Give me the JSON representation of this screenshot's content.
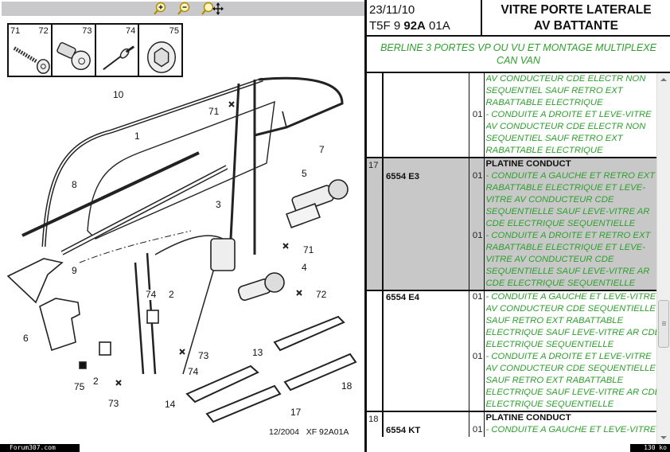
{
  "toolbar": {
    "zoom_in_icon": "zoom-in-icon",
    "zoom_out_icon": "zoom-out-icon",
    "zoom_pan_icon": "zoom-pan-icon"
  },
  "fasteners": [
    {
      "numbers": [
        "71",
        "72"
      ],
      "kind": "screw"
    },
    {
      "numbers": [
        "73"
      ],
      "kind": "bolt"
    },
    {
      "numbers": [
        "74"
      ],
      "kind": "rivet"
    },
    {
      "numbers": [
        "75"
      ],
      "kind": "nut"
    }
  ],
  "diagram": {
    "callouts": [
      "10",
      "1",
      "71",
      "7",
      "8",
      "5",
      "3",
      "9",
      "71",
      "6",
      "74",
      "2",
      "4",
      "72",
      "73",
      "13",
      "75",
      "2",
      "74",
      "18",
      "73",
      "14",
      "17"
    ],
    "reference": "12/2004   XF 92A01A"
  },
  "header": {
    "date": "23/11/10",
    "code_prefix": "T5F 9 ",
    "code_bold": "92A",
    "code_suffix": " 01A",
    "title_line1": "VITRE PORTE LATERALE",
    "title_line2": "AV BATTANTE"
  },
  "variant": {
    "line1": "BERLINE 3 PORTES VP OU VU ET MONTAGE MULTIPLEXE",
    "line2": "CAN VAN"
  },
  "rows": [
    {
      "ref": "",
      "code": "",
      "selected": false,
      "entries": [
        {
          "qty": "",
          "lines": [
            "AV CONDUCTEUR CDE ELECTR NON",
            "SEQUENTIEL SAUF RETRO EXT",
            "RABATTABLE ELECTRIQUE"
          ]
        },
        {
          "qty": "01",
          "lines": [
            "- CONDUITE A DROITE ET LEVE-VITRE",
            "AV CONDUCTEUR CDE ELECTR NON",
            "SEQUENTIEL SAUF RETRO EXT",
            "RABATTABLE ELECTRIQUE"
          ]
        }
      ]
    },
    {
      "ref": "17",
      "code": "6554 E3",
      "title": "PLATINE CONDUCT",
      "selected": true,
      "entries": [
        {
          "qty": "01",
          "lines": [
            "- CONDUITE A GAUCHE ET RETRO EXT",
            "RABATTABLE ELECTRIQUE ET LEVE-",
            "VITRE AV CONDUCTEUR CDE",
            "SEQUENTIELLE SAUF LEVE-VITRE AR",
            "CDE ELECTRIQUE SEQUENTIELLE"
          ]
        },
        {
          "qty": "01",
          "lines": [
            "- CONDUITE A DROITE ET RETRO EXT",
            "RABATTABLE ELECTRIQUE ET LEVE-",
            "VITRE AV CONDUCTEUR CDE",
            "SEQUENTIELLE SAUF LEVE-VITRE AR",
            "CDE ELECTRIQUE SEQUENTIELLE"
          ]
        }
      ]
    },
    {
      "ref": "",
      "code": "6554 E4",
      "selected": false,
      "entries": [
        {
          "qty": "01",
          "lines": [
            "- CONDUITE A GAUCHE ET LEVE-VITRE",
            "AV CONDUCTEUR CDE SEQUENTIELLE",
            "SAUF RETRO EXT RABATTABLE",
            "ELECTRIQUE SAUF LEVE-VITRE AR CDE",
            "ELECTRIQUE SEQUENTIELLE"
          ]
        },
        {
          "qty": "01",
          "lines": [
            "- CONDUITE A DROITE ET LEVE-VITRE",
            "AV CONDUCTEUR CDE SEQUENTIELLE",
            "SAUF RETRO EXT RABATTABLE",
            "ELECTRIQUE SAUF LEVE-VITRE AR CDE",
            "ELECTRIQUE SEQUENTIELLE"
          ]
        }
      ]
    },
    {
      "ref": "18",
      "code": "6554 KT",
      "title": "PLATINE CONDUCT",
      "selected": false,
      "entries": [
        {
          "qty": "01",
          "lines": [
            "- CONDUITE A GAUCHE ET LEVE-VITRE"
          ]
        }
      ]
    }
  ],
  "footer": {
    "site": "Forum307.com",
    "size": "130 ko"
  },
  "colors": {
    "green_text": "#2ea02e",
    "selected_row": "#c8c8c8",
    "toolbar_bg": "#c9c9cc"
  }
}
